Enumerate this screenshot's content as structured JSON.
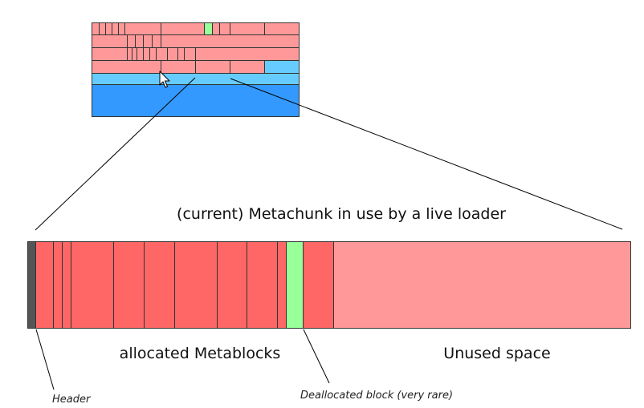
{
  "title": "(current) Metachunk in use by a live loader",
  "labels": {
    "allocated": "allocated Metablocks",
    "unused": "Unused space",
    "header": "Header",
    "deallocated": "Deallocated block (very rare)"
  },
  "colors": {
    "header": "#555555",
    "allocated": "#ff6666",
    "deallocated": "#99ff99",
    "unused": "#ff9999",
    "chunk_light_blue": "#66ccff",
    "chunk_blue": "#3399ff",
    "outline": "#333333"
  },
  "icons": {
    "cursor": "mouse-pointer-icon"
  }
}
